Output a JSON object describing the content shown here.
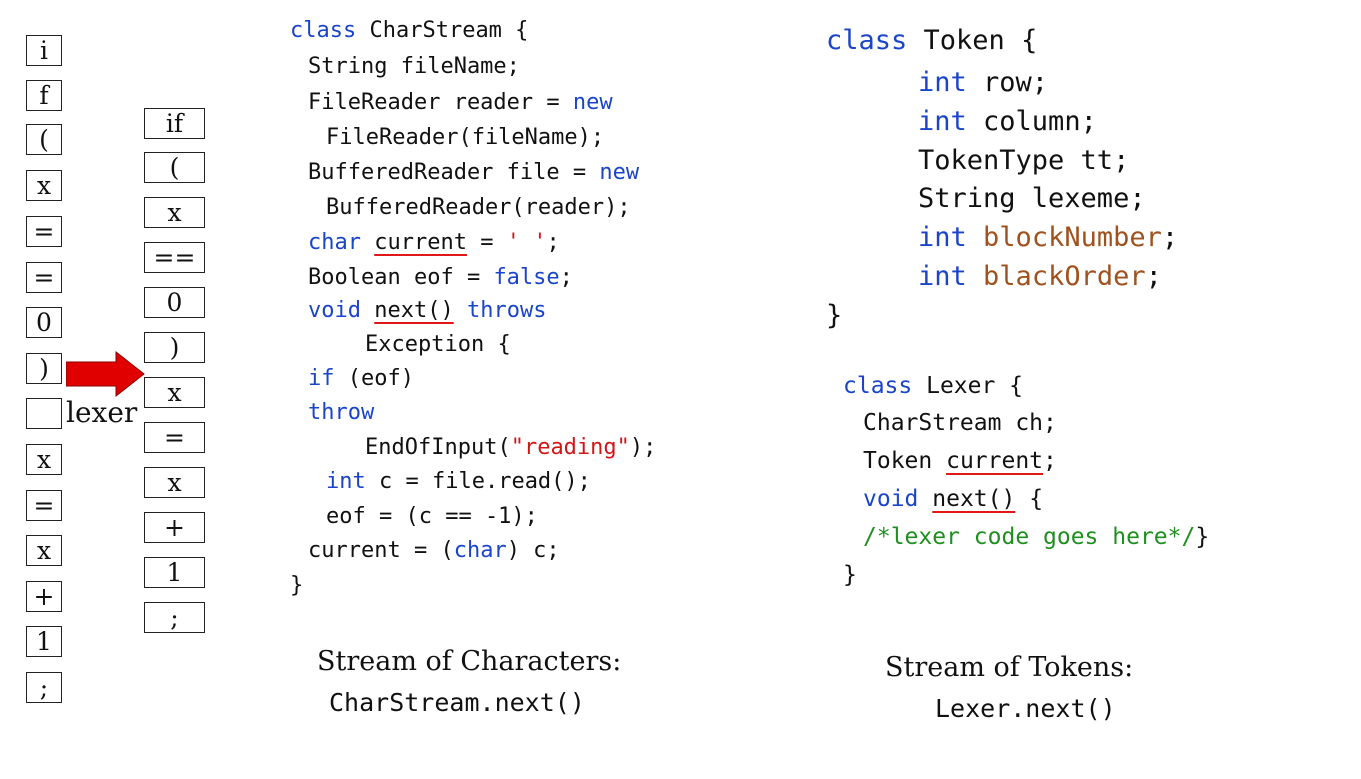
{
  "char_stream": [
    "i",
    "f",
    "(",
    "x",
    "=",
    "=",
    "0",
    ")",
    "",
    "x",
    "=",
    "x",
    "+",
    "1",
    ";"
  ],
  "token_stream": [
    "if",
    "(",
    "x",
    "==",
    "0",
    ")",
    "x",
    "=",
    "x",
    "+",
    "1",
    ";"
  ],
  "arrow_label": "lexer",
  "charstream_code": {
    "l1_kw": "class",
    "l1_rest": " CharStream {",
    "l2": "String fileName;",
    "l3_a": "FileReader reader = ",
    "l3_kw": "new",
    "l4": "FileReader(fileName);",
    "l5_a": "BufferedReader file = ",
    "l5_kw": "new",
    "l6": "BufferedReader(reader);",
    "l7_kw": "char",
    "l7_sp": " ",
    "l7_ul": "current",
    "l7_eq": " = ",
    "l7_str": "' '",
    "l7_end": ";",
    "l8_a": "Boolean eof = ",
    "l8_kw": "false",
    "l8_end": ";",
    "l9_kw": "void",
    "l9_sp": " ",
    "l9_ul": "next()",
    "l9_sp2": " ",
    "l9_kw2": "throws",
    "l10": "Exception {",
    "l11_kw": "if",
    "l11_rest": " (eof)",
    "l12_kw": "throw",
    "l13_a": "EndOfInput(",
    "l13_str": "\"reading\"",
    "l13_end": ");",
    "l14_kw": "int",
    "l14_rest": " c = file.read();",
    "l15": "eof = (c == -1);",
    "l16_a": "current = (",
    "l16_kw": "char",
    "l16_end": ") c;",
    "l17": "}"
  },
  "token_code": {
    "l1_kw": "class",
    "l1_rest": " Token {",
    "l2_kw": "int",
    "l2_rest": " row;",
    "l3_kw": "int",
    "l3_rest": " column;",
    "l4": "TokenType tt;",
    "l5": "String lexeme;",
    "l6_kw": "int",
    "l6_sp": " ",
    "l6_field": "blockNumber",
    "l6_end": ";",
    "l7_kw": "int",
    "l7_sp": " ",
    "l7_field": "blackOrder",
    "l7_end": ";",
    "l8": "}"
  },
  "lexer_code": {
    "l1_kw": "class",
    "l1_rest": " Lexer {",
    "l2": "CharStream ch;",
    "l3_a": "Token ",
    "l3_ul": "current",
    "l3_end": ";",
    "l4_kw": "void",
    "l4_sp": " ",
    "l4_ul": "next()",
    "l4_end": " {",
    "l5_cmt": "/*lexer code goes here*/",
    "l5_end": "}",
    "l6": "}"
  },
  "caption_chars": {
    "line1": "Stream of Characters:",
    "line2": "CharStream.next()"
  },
  "caption_tokens": {
    "line1": "Stream of Tokens:",
    "line2": "Lexer.next()"
  },
  "colors": {
    "keyword": "#1a45c9",
    "string": "#d01717",
    "comment": "#1f8f1f",
    "field": "#a0521e",
    "arrow": "#e00000",
    "underline": "#e01818"
  }
}
